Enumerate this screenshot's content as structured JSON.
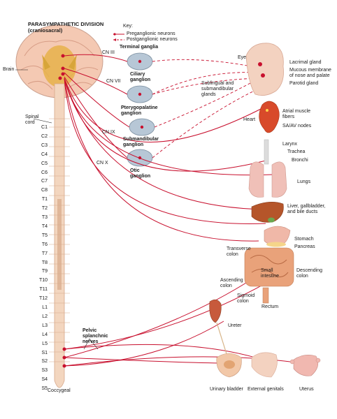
{
  "title": "PARASYMPATHETIC DIVISION",
  "subtitle": "(craniosacral)",
  "key": {
    "heading": "Key:",
    "items": [
      {
        "label": "Preganglionic neurons",
        "color": "#c8102e"
      },
      {
        "label": "Postganglionic neurons",
        "color": "#c8102e"
      }
    ]
  },
  "labels": {
    "terminal_ganglia": "Terminal ganglia",
    "brain": "Brain",
    "spinal_cord": "Spinal cord",
    "cn_iii": "CN III",
    "cn_vii": "CN VII",
    "cn_ix": "CN IX",
    "cn_x": "CN X",
    "ciliary": "Ciliary ganglion",
    "pterygopalatine": "Pterygopalatine ganglion",
    "submandibular_gang": "Submandibular ganglion",
    "otic": "Otic ganglion",
    "eye": "Eye",
    "lacrimal": "Lacrimal gland",
    "mucous": "Mucous membrane of nose and palate",
    "parotid": "Parotid gland",
    "sublingual": "Sublingual and submandibular glands",
    "heart": "Heart",
    "atrial": "Atrial muscle fibers",
    "sa_av": "SA/AV nodes",
    "larynx": "Larynx",
    "trachea": "Trachea",
    "bronchi": "Bronchi",
    "lungs": "Lungs",
    "liver": "Liver, gallbladder, and bile ducts",
    "stomach": "Stomach",
    "pancreas": "Pancreas",
    "transverse": "Transverse colon",
    "small_int": "Small intestine",
    "descending": "Descending colon",
    "ascending": "Ascending colon",
    "sigmoid": "Sigmoid colon",
    "rectum": "Rectum",
    "ureter": "Ureter",
    "pelvic": "Pelvic splanchnic nerves",
    "bladder": "Urinary bladder",
    "genitals": "External genitals",
    "uterus": "Uterus",
    "coccygeal": "Coccygeal"
  },
  "segments": [
    "C1",
    "C2",
    "C3",
    "C4",
    "C5",
    "C6",
    "C7",
    "C8",
    "T1",
    "T2",
    "T3",
    "T4",
    "T5",
    "T6",
    "T7",
    "T8",
    "T9",
    "T10",
    "T11",
    "T12",
    "L1",
    "L2",
    "L3",
    "L4",
    "L5",
    "S1",
    "S2",
    "S3",
    "S4",
    "S5"
  ],
  "colors": {
    "nerve": "#c8102e",
    "ganglion": "#9fb4c8",
    "cord": "#f3d6bf",
    "organ": "#e9a27a",
    "heart": "#d84a2a",
    "lung": "#f0c0b8"
  }
}
